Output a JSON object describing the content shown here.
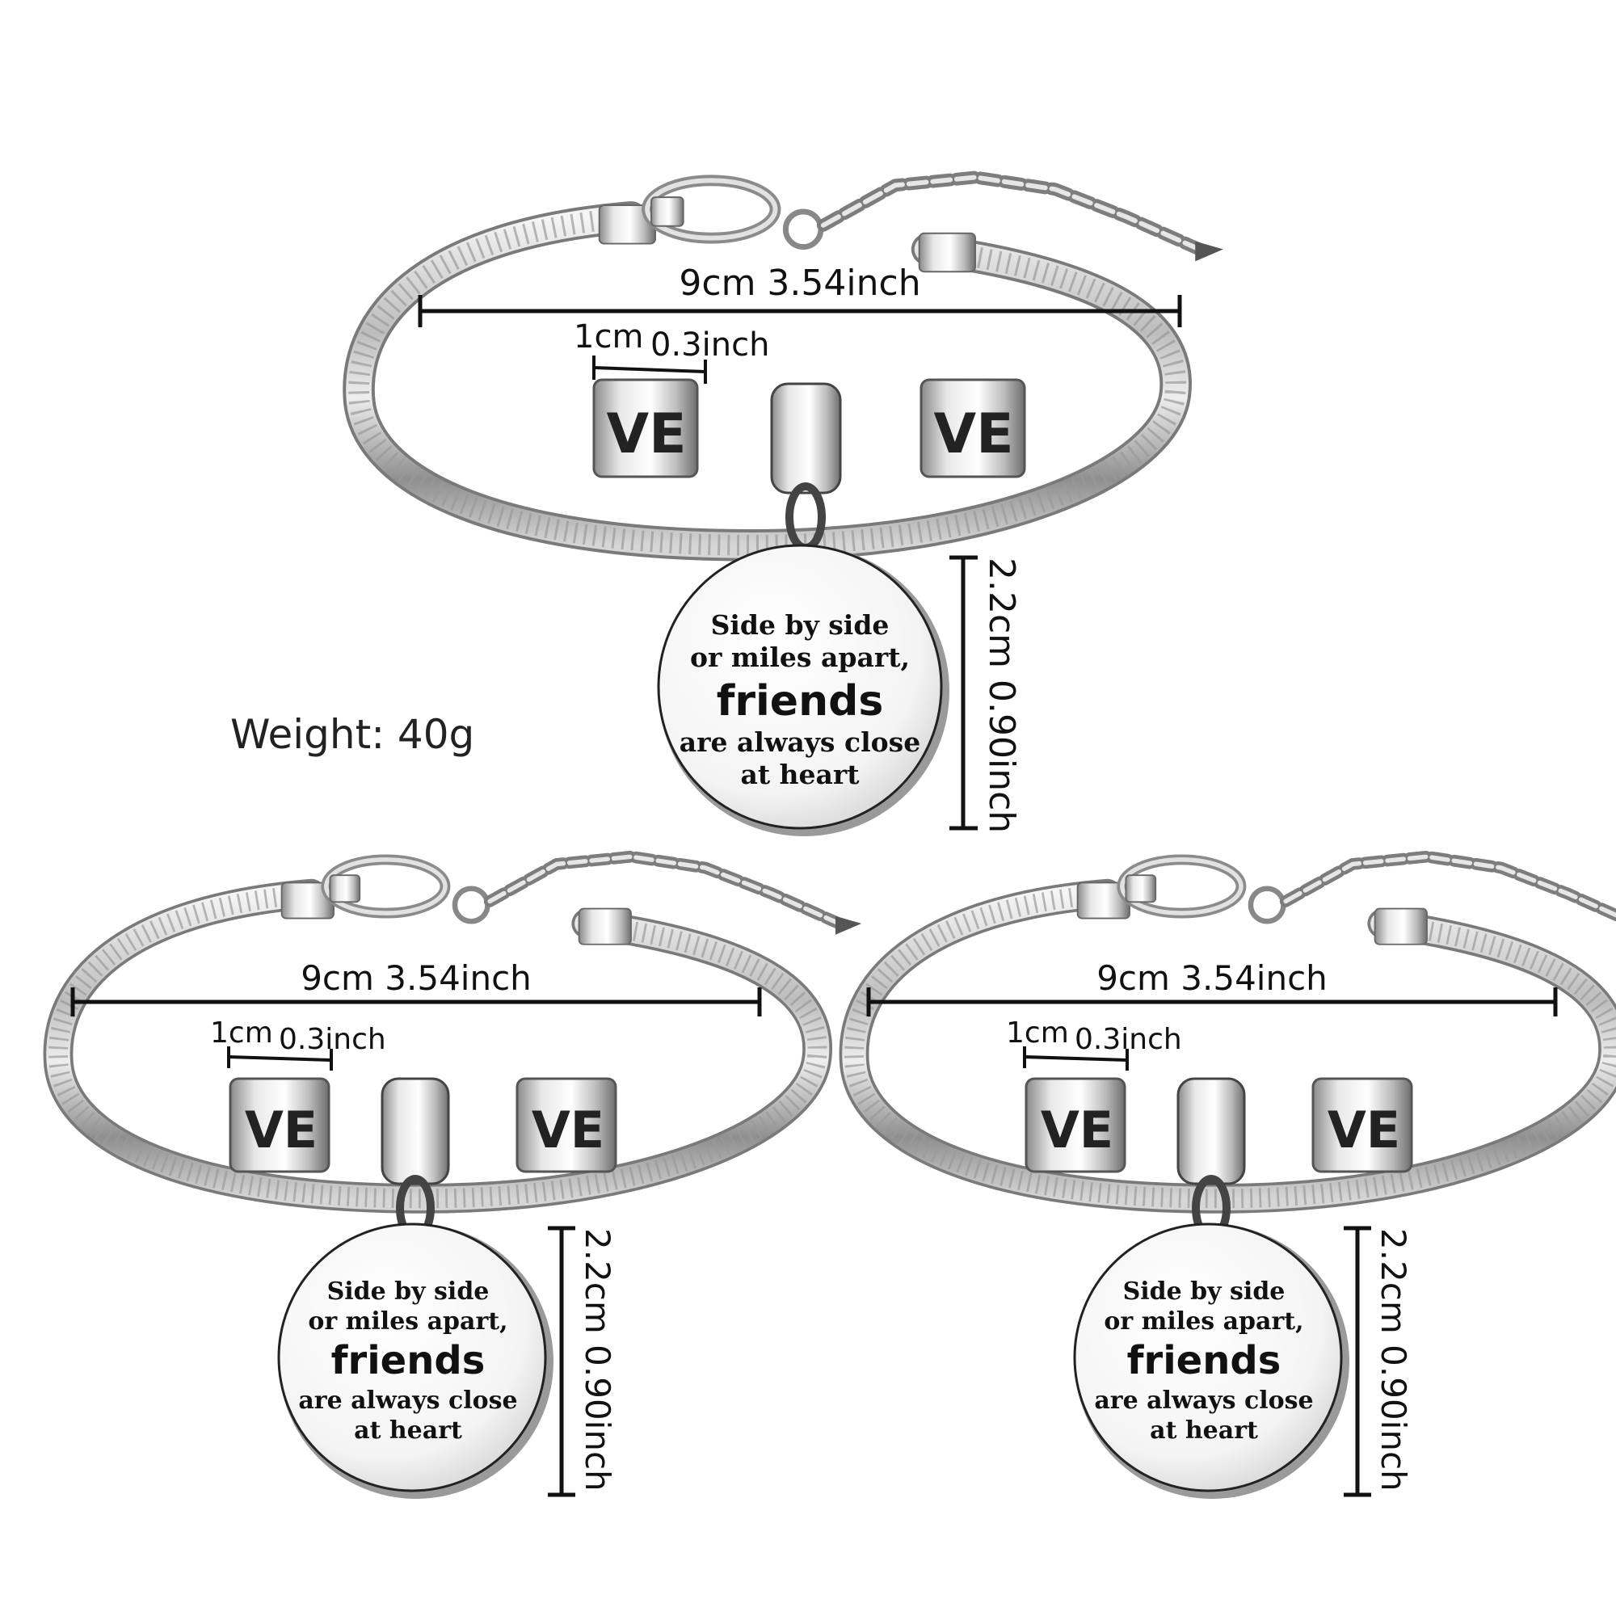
{
  "product": {
    "weight_label": "Weight: 40g",
    "bracelet_length_label": "9cm  3.54inch",
    "bead_width_cm": "1cm",
    "bead_width_inch": "0.3inch",
    "pendant_diameter_label": "2.2cm 0.90inch",
    "bead_letters": "VE",
    "pendant_text": {
      "line1": "Side by side",
      "line2": "or miles apart,",
      "line3": "friends",
      "line4": "are always close",
      "line5": "at heart"
    }
  },
  "bracelets": [
    {
      "id": "top"
    },
    {
      "id": "bottom-left"
    },
    {
      "id": "bottom-right"
    }
  ]
}
